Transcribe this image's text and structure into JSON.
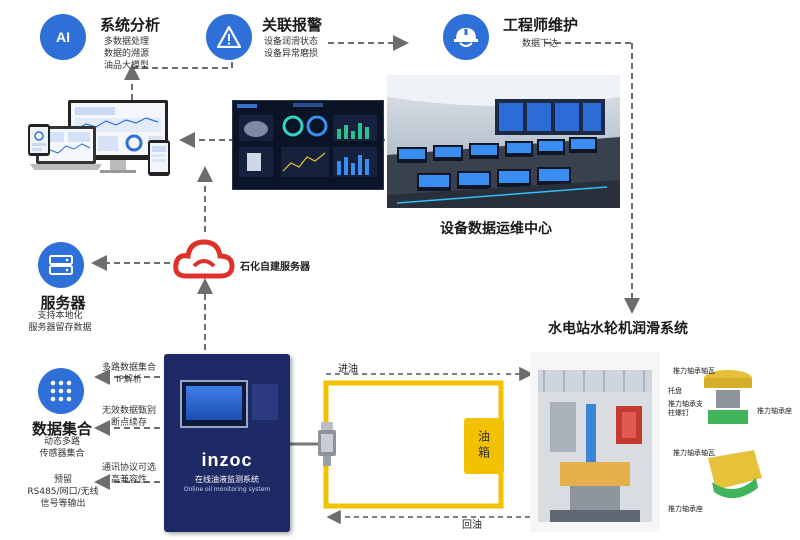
{
  "system_analysis": {
    "title": "系统分析",
    "lines": [
      "多数据处理",
      "数据的溯源",
      "油品大模型"
    ],
    "icon_text": "AI"
  },
  "alarm": {
    "title": "关联报警",
    "lines": [
      "设备润滑状态",
      "设备异常磨损"
    ]
  },
  "engineer": {
    "title": "工程师维护",
    "lines": [
      "数据下达"
    ]
  },
  "ops_center": {
    "title": "设备数据运维中心"
  },
  "cloud": {
    "label": "石化自建服务器"
  },
  "server": {
    "title": "服务器",
    "lines": [
      "支持本地化",
      "服务器留存数据"
    ]
  },
  "data_collect": {
    "title": "数据集合",
    "lines": [
      "动态多路",
      "传感器集合"
    ]
  },
  "collect_notes": [
    {
      "lines": [
        "多路数据集合",
        "IP解析"
      ]
    },
    {
      "lines": [
        "无效数据甄别",
        "断点续存"
      ]
    },
    {
      "lines": [
        "通讯协议可选",
        "高兼容性"
      ]
    }
  ],
  "output": {
    "lines": [
      "预留",
      "RS485/网口/无线",
      "信号等输出"
    ]
  },
  "device": {
    "brand": "inzoc",
    "name_cn": "在线油液监测系统",
    "name_en": "Online oil monitoring system"
  },
  "oil_loop": {
    "inlet": "进油",
    "return": "回油",
    "tank": "油箱"
  },
  "hydro": {
    "title": "水电站水轮机润滑系统"
  },
  "bearing_labels": [
    "推力轴承轴瓦",
    "托盘",
    "推力轴承支柱螺钉",
    "推力轴承座",
    "推力轴承轴瓦",
    "推力轴承座"
  ],
  "colors": {
    "accent": "#2f6fd8",
    "arrow": "#6d6d6d",
    "pipe": "#f2c200",
    "device": "#1e2a66"
  }
}
